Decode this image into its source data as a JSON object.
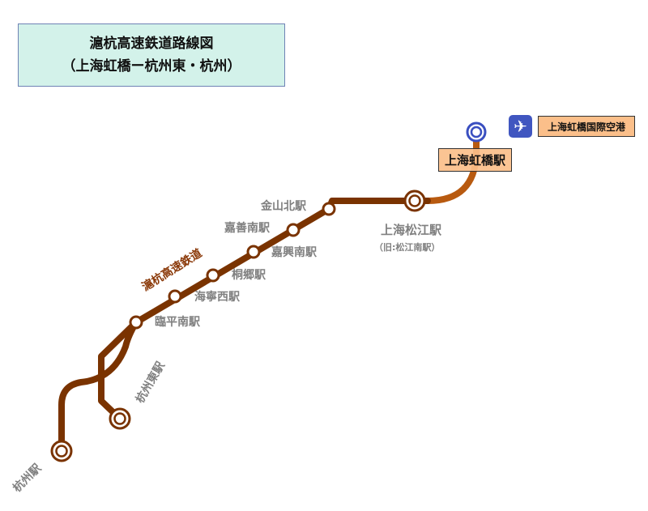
{
  "title": {
    "line1": "滬杭高速鉄道路線図",
    "line2": "（上海虹橋ー杭州東・杭州）"
  },
  "line_name": "滬杭高速鉄道",
  "colors": {
    "line": "#7a3300",
    "hongqiao": "#3a4fc0",
    "label_box": "#fbbf8a",
    "title_bg": "#d3f2ea"
  },
  "airport": {
    "icon": "airplane-icon",
    "label": "上海虹橋国際空港"
  },
  "stations": {
    "hongqiao": "上海虹橋駅",
    "songjiang": "上海松江駅",
    "songjiang_old": "（旧:松江南駅）",
    "jinshan_north": "金山北駅",
    "jiashan_south": "嘉善南駅",
    "jiaxing_south": "嘉興南駅",
    "tongxiang": "桐郷駅",
    "haining_west": "海寧西駅",
    "linping_south": "臨平南駅",
    "hangzhou_east": "杭州東駅",
    "hangzhou": "杭州駅"
  }
}
